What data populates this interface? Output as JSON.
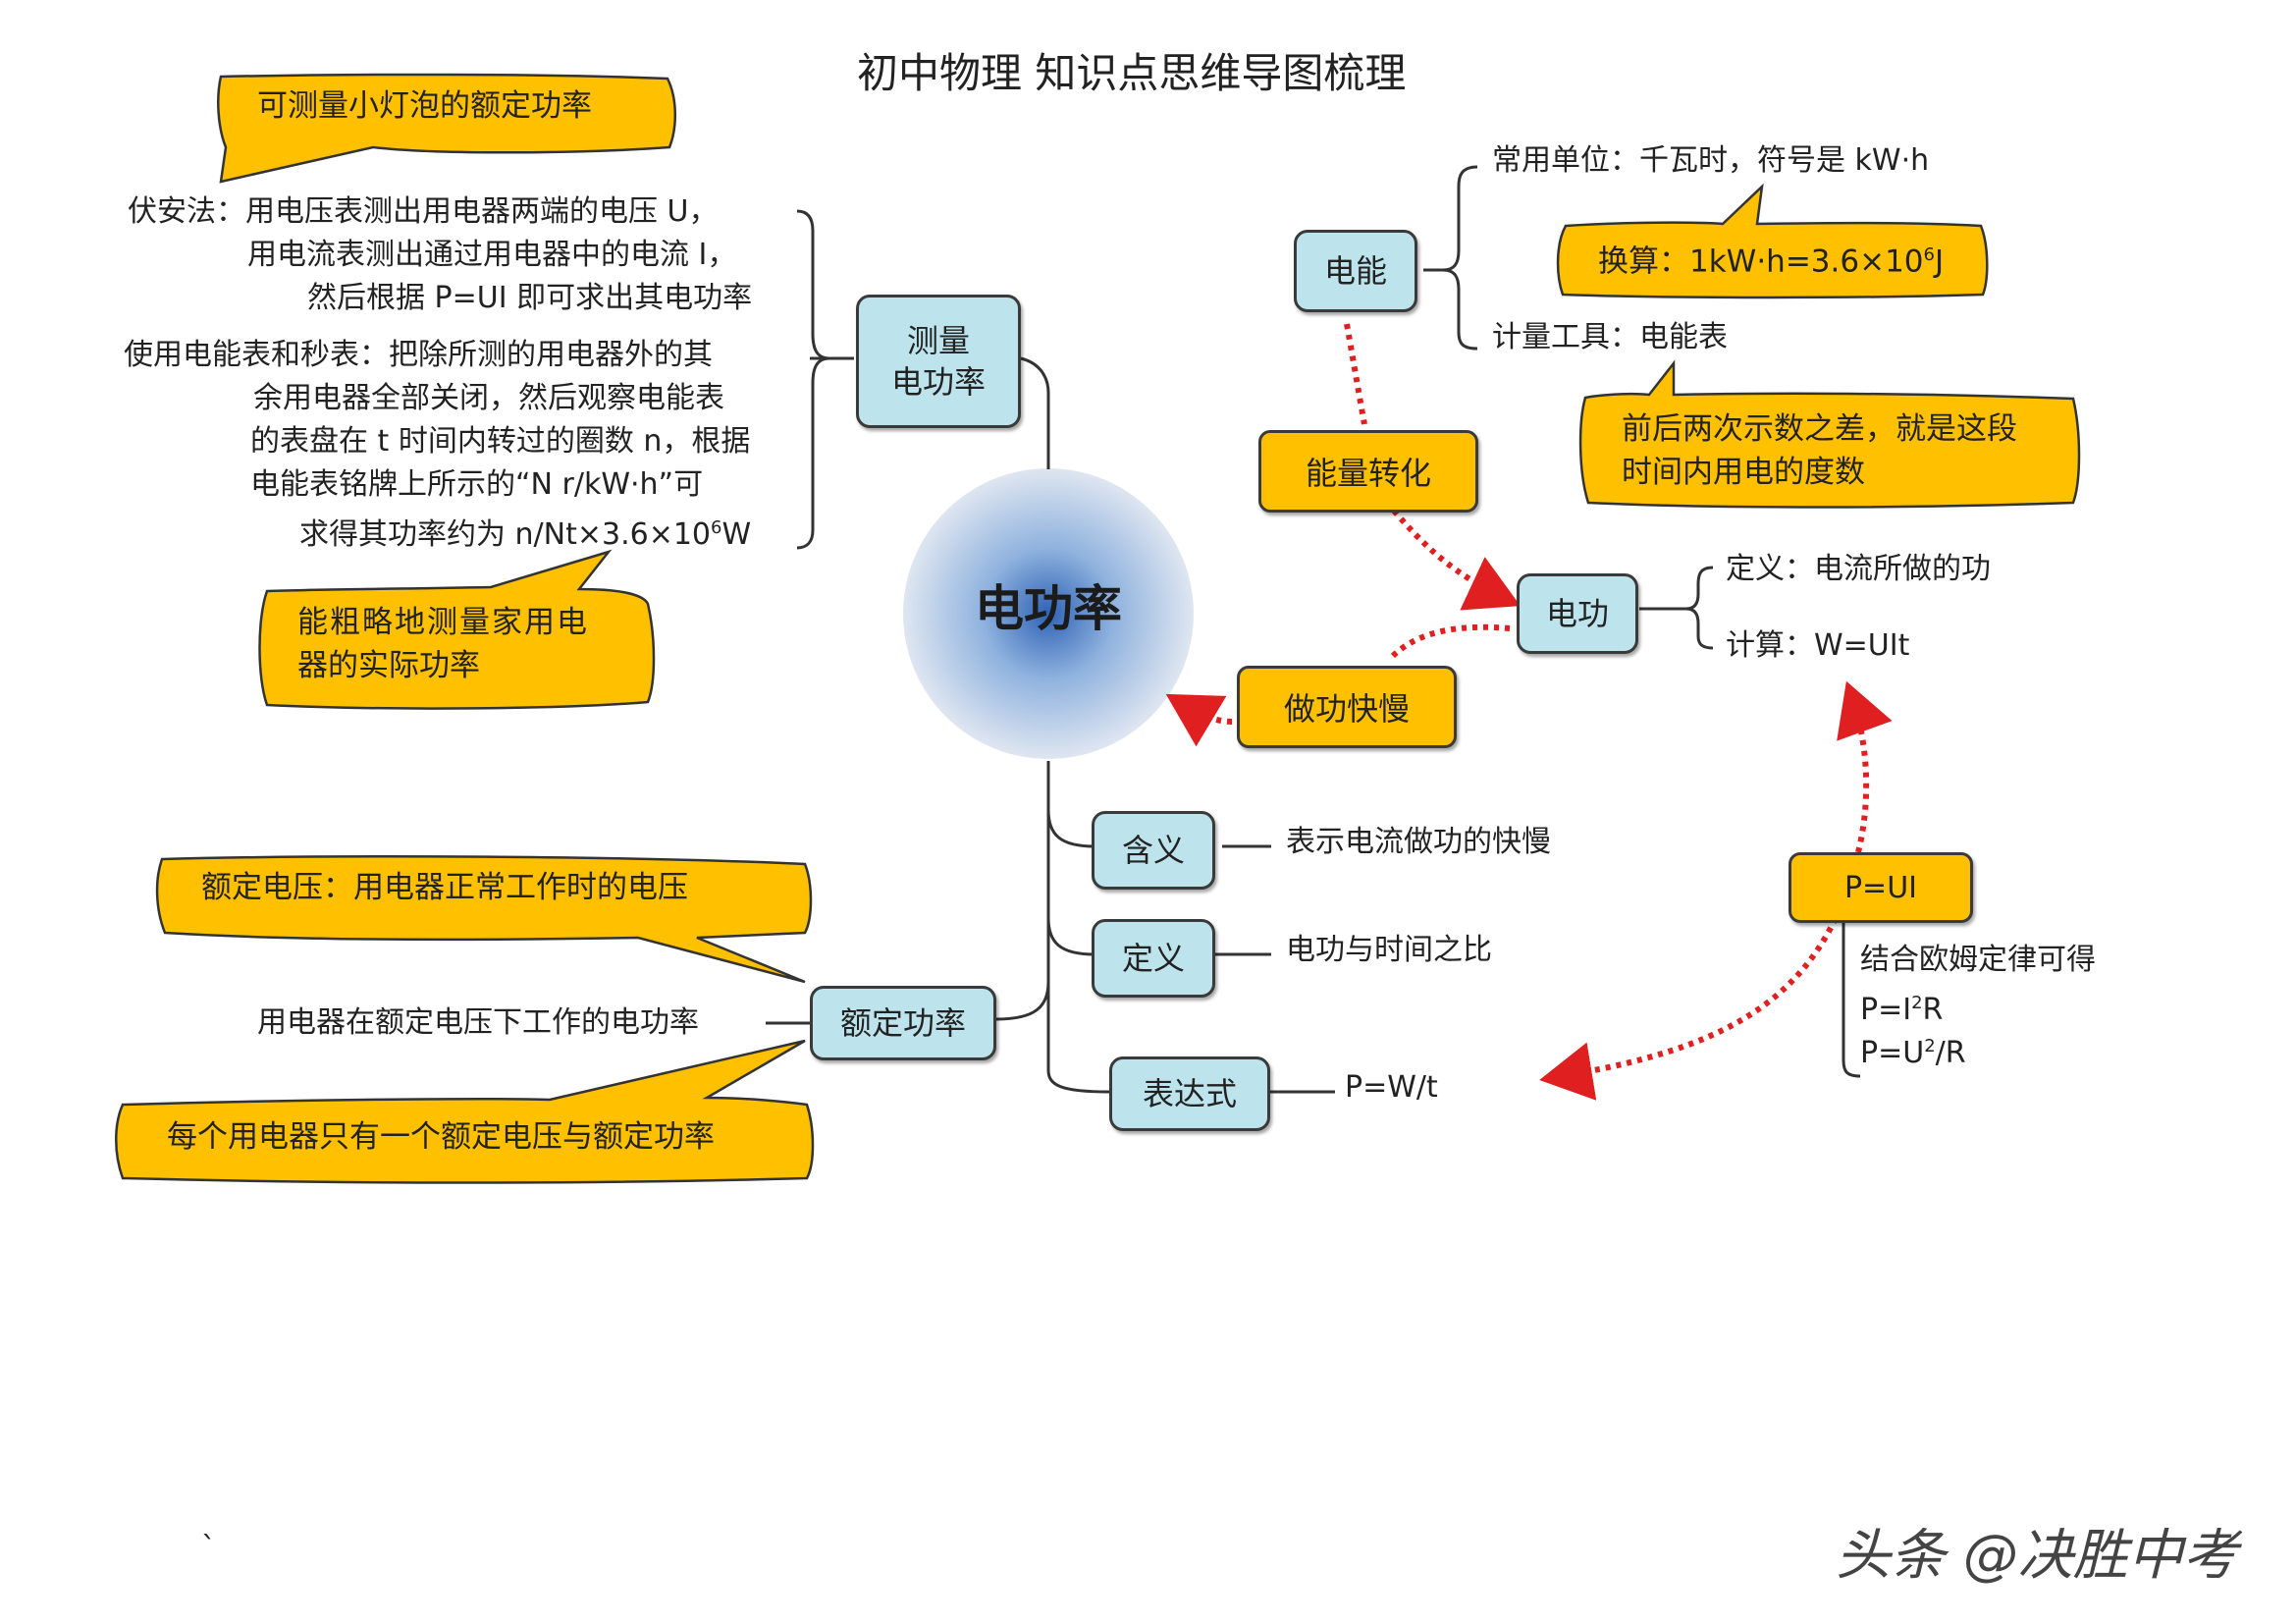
{
  "title": "初中物理  知识点思维导图梳理",
  "center": "电功率",
  "measure": {
    "node": "测量\n电功率",
    "callout_top": "可测量小灯泡的额定功率",
    "fuan": [
      "伏安法：用电压表测出用电器两端的电压 U，",
      "用电流表测出通过用电器中的电流 I，",
      "然后根据 P=UI 即可求出其电功率"
    ],
    "meter": [
      "使用电能表和秒表：把除所测的用电器外的其",
      "余用电器全部关闭，然后观察电能表",
      "的表盘在 t 时间内转过的圈数 n，根据",
      "电能表铭牌上所示的“N r/kW·h”可"
    ],
    "meter_last_prefix": "求得其功率约为 n/Nt×3.6×10",
    "meter_last_exp": "6",
    "meter_last_suffix": "W",
    "callout_bottom": [
      "能粗略地测量家用电",
      "器的实际功率"
    ]
  },
  "energy": {
    "node": "电能",
    "unit": "常用单位：千瓦时，符号是 kW·h",
    "conv_prefix": "换算：1kW·h=3.6×10",
    "conv_exp": "6",
    "conv_suffix": "J",
    "tool": "计量工具：电能表",
    "callout": [
      "前后两次示数之差，就是这段",
      "时间内用电的度数"
    ]
  },
  "conversion": "能量转化",
  "work": {
    "node": "电功",
    "definition": "定义：电流所做的功",
    "calc": "计算：W=UIt"
  },
  "speed": "做功快慢",
  "meaning": {
    "node": "含义",
    "text": "表示电流做功的快慢"
  },
  "definition": {
    "node": "定义",
    "text": "电功与时间之比"
  },
  "expression": {
    "node": "表达式",
    "text": "P=W/t"
  },
  "pui": {
    "node": "P=UI",
    "line1": "结合欧姆定律可得",
    "f2_pre": "P=I",
    "f2_exp": "2",
    "f2_suf": "R",
    "f3_pre": "P=U",
    "f3_exp": "2",
    "f3_suf": "/R"
  },
  "rated": {
    "node": "额定功率",
    "desc": "用电器在额定电压下工作的电功率",
    "callout_top": "额定电压：用电器正常工作时的电压",
    "callout_bottom": "每个用电器只有一个额定电压与额定功率"
  },
  "watermark": "头条 @决胜中考",
  "stray_mark": "`",
  "colors": {
    "node_fill": "#bde4ec",
    "callout_fill": "#ffc000",
    "arrow": "#e02020",
    "center_glow": "#2f63b6"
  }
}
